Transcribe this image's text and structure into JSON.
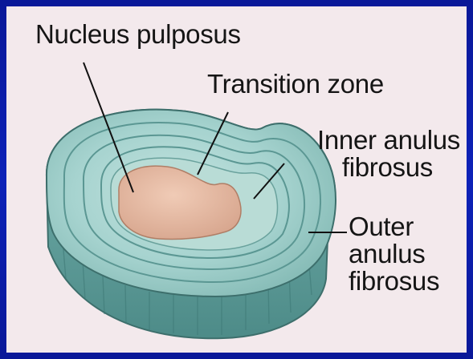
{
  "labels": {
    "nucleus": "Nucleus pulposus",
    "transition": "Transition zone",
    "inner": [
      "Inner anulus",
      "fibrosus"
    ],
    "outer": [
      "Outer",
      "anulus",
      "fibrosus"
    ]
  },
  "colors": {
    "frame": "#0b1aa8",
    "panel": "#f3e9ec",
    "disc_side": "#5f9f9c",
    "disc_top": "#a6d3cf",
    "nucleus": "#e3b8a1",
    "leader": "#111111"
  }
}
